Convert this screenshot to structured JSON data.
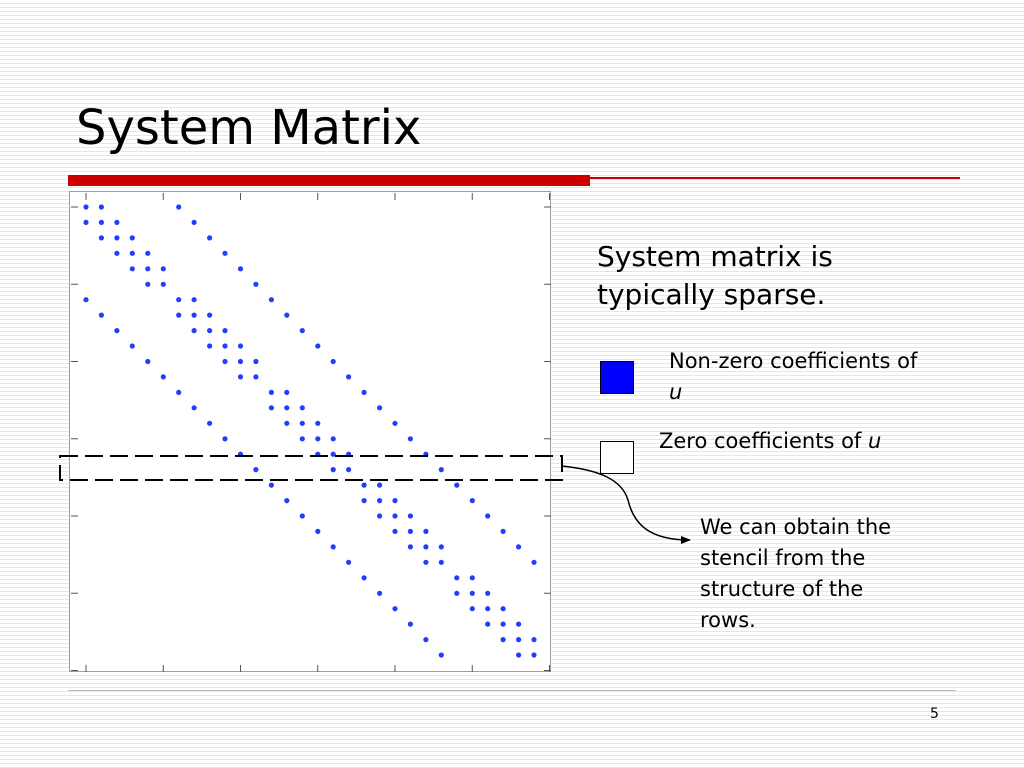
{
  "slide": {
    "title": "System Matrix",
    "main_text": "System matrix is typically sparse.",
    "legend_nonzero_text": "Non-zero coefficients of ",
    "legend_zero_text": "Zero coefficients of ",
    "legend_variable": "u",
    "stencil_note": "We can obtain the stencil from the structure of the rows.",
    "page_number": "5"
  },
  "colors": {
    "title_bar": "#cc0000",
    "nonzero": "#0000ff",
    "dot": "#1f3fff"
  },
  "matrix": {
    "size": 30,
    "band_offsets": [
      -6,
      -1,
      0,
      1,
      6
    ],
    "highlighted_row": 17
  }
}
